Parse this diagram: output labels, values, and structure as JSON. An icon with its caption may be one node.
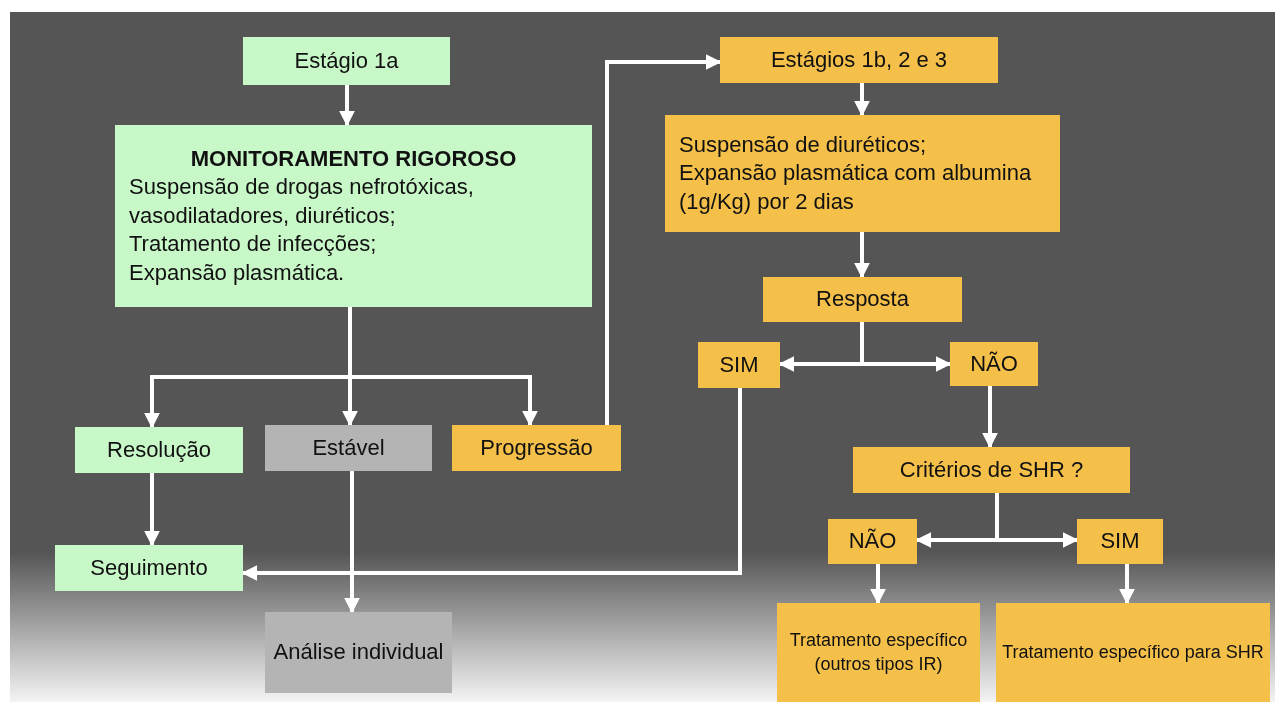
{
  "diagram": {
    "nodes": [
      {
        "text": [
          "Estágio 1a"
        ]
      },
      {
        "text": [
          "MONITORAMENTO RIGOROSO",
          "Suspensão de drogas nefrotóxicas, vasodilatadores, diuréticos;",
          "Tratamento de infecções;",
          "Expansão plasmática."
        ]
      },
      {
        "text": [
          "Resolução"
        ]
      },
      {
        "text": [
          "Estável"
        ]
      },
      {
        "text": [
          "Progressão"
        ]
      },
      {
        "text": [
          "Seguimento"
        ]
      },
      {
        "text": [
          "Análise individual"
        ]
      },
      {
        "text": [
          "Estágios 1b, 2 e 3"
        ]
      },
      {
        "text": [
          "Suspensão de diuréticos;",
          "Expansão plasmática com albumina (1g/Kg) por 2 dias"
        ]
      },
      {
        "text": [
          "Resposta"
        ]
      },
      {
        "text": [
          "SIM"
        ]
      },
      {
        "text": [
          "NÃO"
        ]
      },
      {
        "text": [
          "Critérios de SHR ?"
        ]
      },
      {
        "text": [
          "NÃO"
        ]
      },
      {
        "text": [
          "SIM"
        ]
      },
      {
        "text": [
          "Tratamento específico (outros tipos IR)"
        ]
      },
      {
        "text": [
          "Tratamento específico para SHR"
        ]
      }
    ],
    "edges": [
      {
        "from": 0,
        "to": 1,
        "arrow": "to"
      },
      {
        "from": 1,
        "to": 2,
        "arrow": "to"
      },
      {
        "from": 1,
        "to": 3,
        "arrow": "to"
      },
      {
        "from": 1,
        "to": 4,
        "arrow": "to"
      },
      {
        "from": 4,
        "to": 7,
        "arrow": "to"
      },
      {
        "from": 2,
        "to": 5,
        "arrow": "to"
      },
      {
        "from": 3,
        "to": 6,
        "arrow": "to"
      },
      {
        "from": 7,
        "to": 8,
        "arrow": "to"
      },
      {
        "from": 8,
        "to": 9,
        "arrow": "to"
      },
      {
        "from": 9,
        "to": 10,
        "arrow": "to"
      },
      {
        "from": 9,
        "to": 11,
        "arrow": "to"
      },
      {
        "from": 11,
        "to": 12,
        "arrow": "to"
      },
      {
        "from": 10,
        "to": 5,
        "arrow": "to"
      },
      {
        "from": 12,
        "to": 13,
        "arrow": "to"
      },
      {
        "from": 12,
        "to": 14,
        "arrow": "to"
      },
      {
        "from": 13,
        "to": 15,
        "arrow": "to"
      },
      {
        "from": 14,
        "to": 16,
        "arrow": "to"
      }
    ]
  }
}
